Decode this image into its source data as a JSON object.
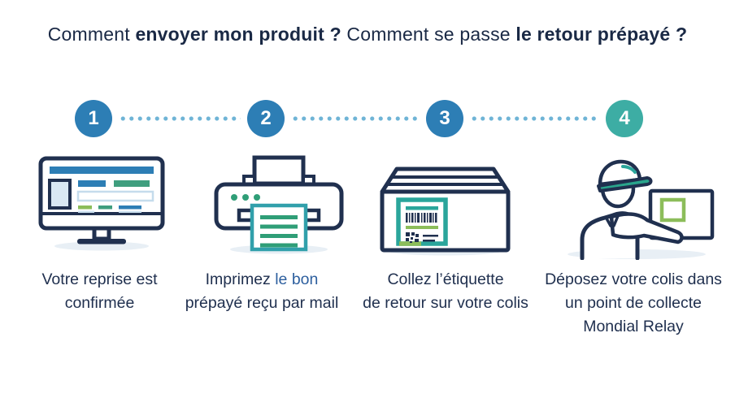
{
  "title": {
    "part1_regular": "Comment ",
    "part1_bold": "envoyer mon produit ?",
    "part2_regular": " Comment se passe ",
    "part2_bold": "le retour prépayé ?"
  },
  "colors": {
    "navy": "#20304f",
    "title_navy": "#1a2945",
    "blue": "#2d7eb5",
    "teal_badge": "#3dada4",
    "dot": "#6fb4d6",
    "teal": "#2aa59b",
    "teal2": "#31a0ab",
    "green": "#2f9e77",
    "lightgreen": "#8cbd5a",
    "greenteal": "#3f9e7e",
    "screenfill": "#d9e8f3",
    "paleblue": "#cfe3f1",
    "lightborder": "#c5dcec",
    "shadow": "#e8eff5",
    "accent_text": "#2d5f9e",
    "brim": "#2aa58c",
    "crescent": "#4fb3c4"
  },
  "steps": [
    {
      "number": "1",
      "circle_color": "#2d7eb5",
      "icon": "monitor-icon",
      "caption_line1": "Votre reprise est",
      "caption_line2": "confirmée"
    },
    {
      "number": "2",
      "circle_color": "#2d7eb5",
      "icon": "printer-icon",
      "caption_line1_normal": "Imprimez ",
      "caption_line1_accent": "le bon",
      "caption_line2": "prépayé reçu par mail"
    },
    {
      "number": "3",
      "circle_color": "#2d7eb5",
      "icon": "package-icon",
      "caption_line1": "Collez l’étiquette",
      "caption_line2": "de retour sur votre colis"
    },
    {
      "number": "4",
      "circle_color": "#3dada4",
      "icon": "courier-icon",
      "caption_line1": "Déposez votre colis dans",
      "caption_line2": "un point de collecte",
      "caption_line3": "Mondial Relay"
    }
  ]
}
